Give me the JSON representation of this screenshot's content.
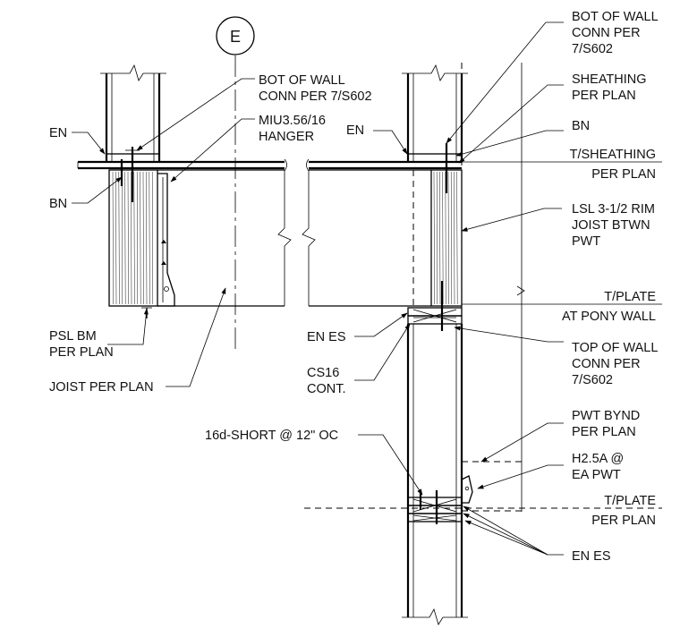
{
  "grid_bubble": {
    "label": "E"
  },
  "labels": {
    "bot_wall_left": [
      "BOT OF WALL",
      "CONN PER 7/S602"
    ],
    "hanger": [
      "MIU3.56/16",
      "HANGER"
    ],
    "en_left": "EN",
    "bn_left": "BN",
    "psl_beam": [
      "PSL BM",
      "PER PLAN"
    ],
    "joist": "JOIST PER PLAN",
    "bot_wall_right": [
      "BOT OF WALL",
      "CONN PER",
      "7/S602"
    ],
    "sheathing": [
      "SHEATHING",
      "PER PLAN"
    ],
    "bn_right": "BN",
    "en_right": "EN",
    "t_sheathing": [
      "T/SHEATHING",
      "PER PLAN"
    ],
    "lsl_rim": [
      "LSL 3-1/2 RIM",
      "JOIST BTWN",
      "PWT"
    ],
    "t_plate_pony": [
      "T/PLATE",
      "AT PONY WALL"
    ],
    "en_es_upper": "EN ES",
    "top_wall": [
      "TOP OF WALL",
      "CONN PER",
      "7/S602"
    ],
    "cs16": [
      "CS16",
      "CONT."
    ],
    "pwt_bynd": [
      "PWT BYND",
      "PER PLAN"
    ],
    "nailing": "16d-SHORT @ 12\" OC",
    "h25a": [
      "H2.5A @",
      "EA PWT"
    ],
    "t_plate_lower": [
      "T/PLATE",
      "PER PLAN"
    ],
    "en_es_lower": "EN ES"
  }
}
